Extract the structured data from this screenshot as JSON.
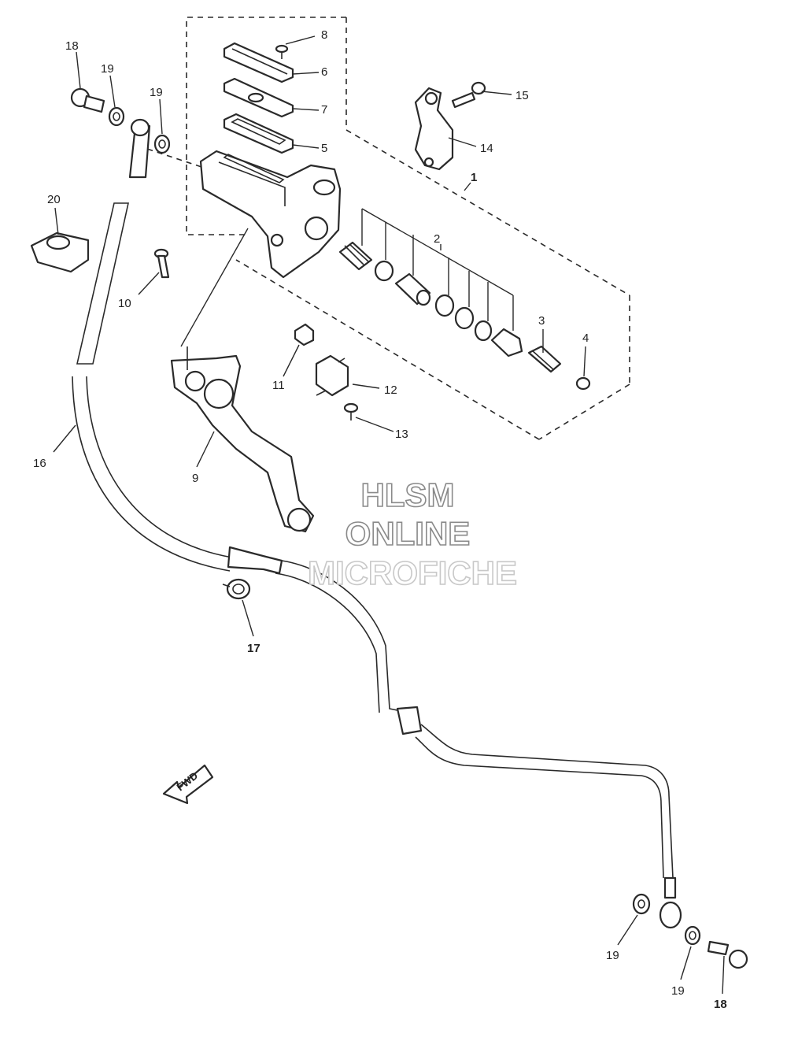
{
  "diagram": {
    "callouts": {
      "c1": "1",
      "c2": "2",
      "c3": "3",
      "c4": "4",
      "c5": "5",
      "c6": "6",
      "c7": "7",
      "c8": "8",
      "c9": "9",
      "c10": "10",
      "c11": "11",
      "c12": "12",
      "c13": "13",
      "c14": "14",
      "c15": "15",
      "c16": "16",
      "c17": "17",
      "c18_top": "18",
      "c18_bottom": "18",
      "c19_top_left": "19",
      "c19_top_right": "19",
      "c19_bottom_left": "19",
      "c19_bottom_right": "19",
      "c20": "20"
    },
    "direction_arrow_label": "FWD"
  },
  "watermark": {
    "line1": "HLSM",
    "line2": "ONLINE",
    "line3": "MICROFICHE"
  },
  "colors": {
    "ink": "#2a2a2a",
    "watermark_outline": "#8a8a8a"
  }
}
